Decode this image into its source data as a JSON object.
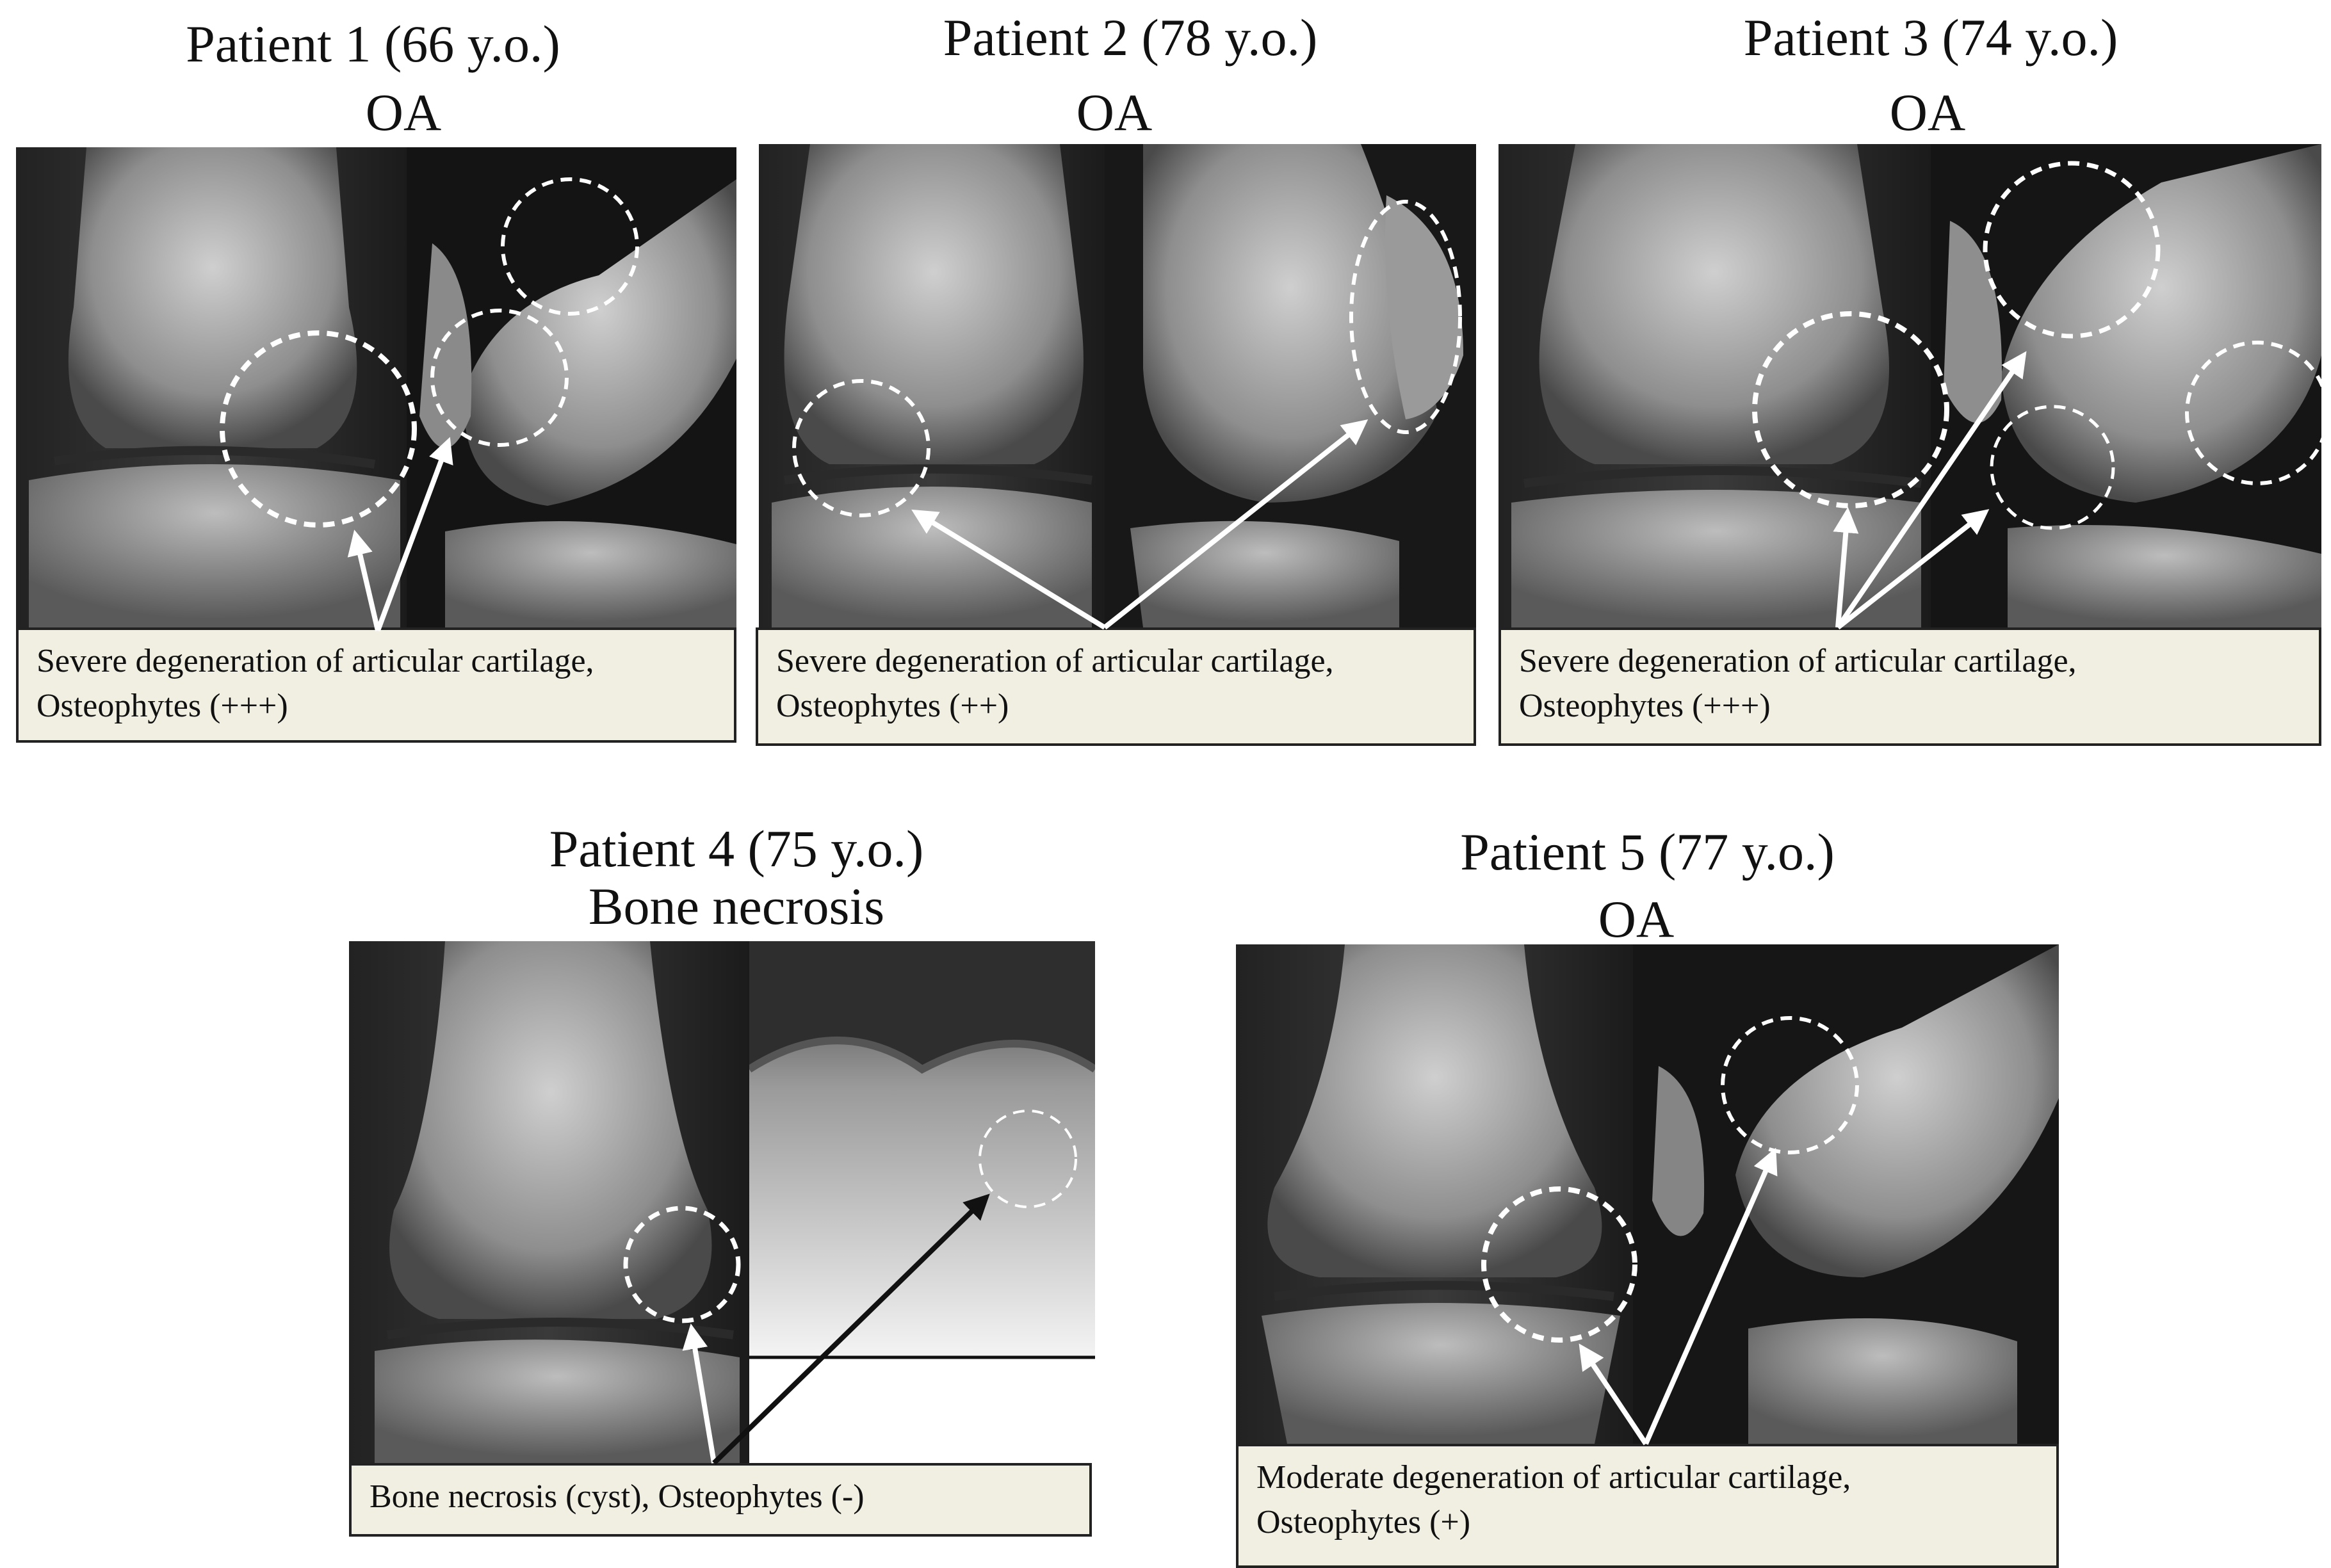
{
  "patients": [
    {
      "title": "Patient 1  (66 y.o.)",
      "diagnosis": "OA",
      "caption_line1": "Severe degeneration of articular cartilage,",
      "caption_line2": "Osteophytes (+++)"
    },
    {
      "title": "Patient 2  (78 y.o.)",
      "diagnosis": "OA",
      "caption_line1": "Severe degeneration of articular cartilage,",
      "caption_line2": "Osteophytes (++)"
    },
    {
      "title": "Patient 3  (74 y.o.)",
      "diagnosis": "OA",
      "caption_line1": "Severe degeneration of articular cartilage,",
      "caption_line2": "Osteophytes (+++)"
    },
    {
      "title": "Patient 4  (75 y.o.)",
      "diagnosis": "Bone necrosis",
      "caption_line1": "Bone necrosis (cyst), Osteophytes (-)",
      "caption_line2": ""
    },
    {
      "title": "Patient 5  (77 y.o.)",
      "diagnosis": "OA",
      "caption_line1": "Moderate degeneration of articular cartilage,",
      "caption_line2": "Osteophytes (+)"
    }
  ],
  "colors": {
    "caption_background": "#f1efe2",
    "annotation_white": "#ffffff",
    "annotation_black": "#111111"
  }
}
